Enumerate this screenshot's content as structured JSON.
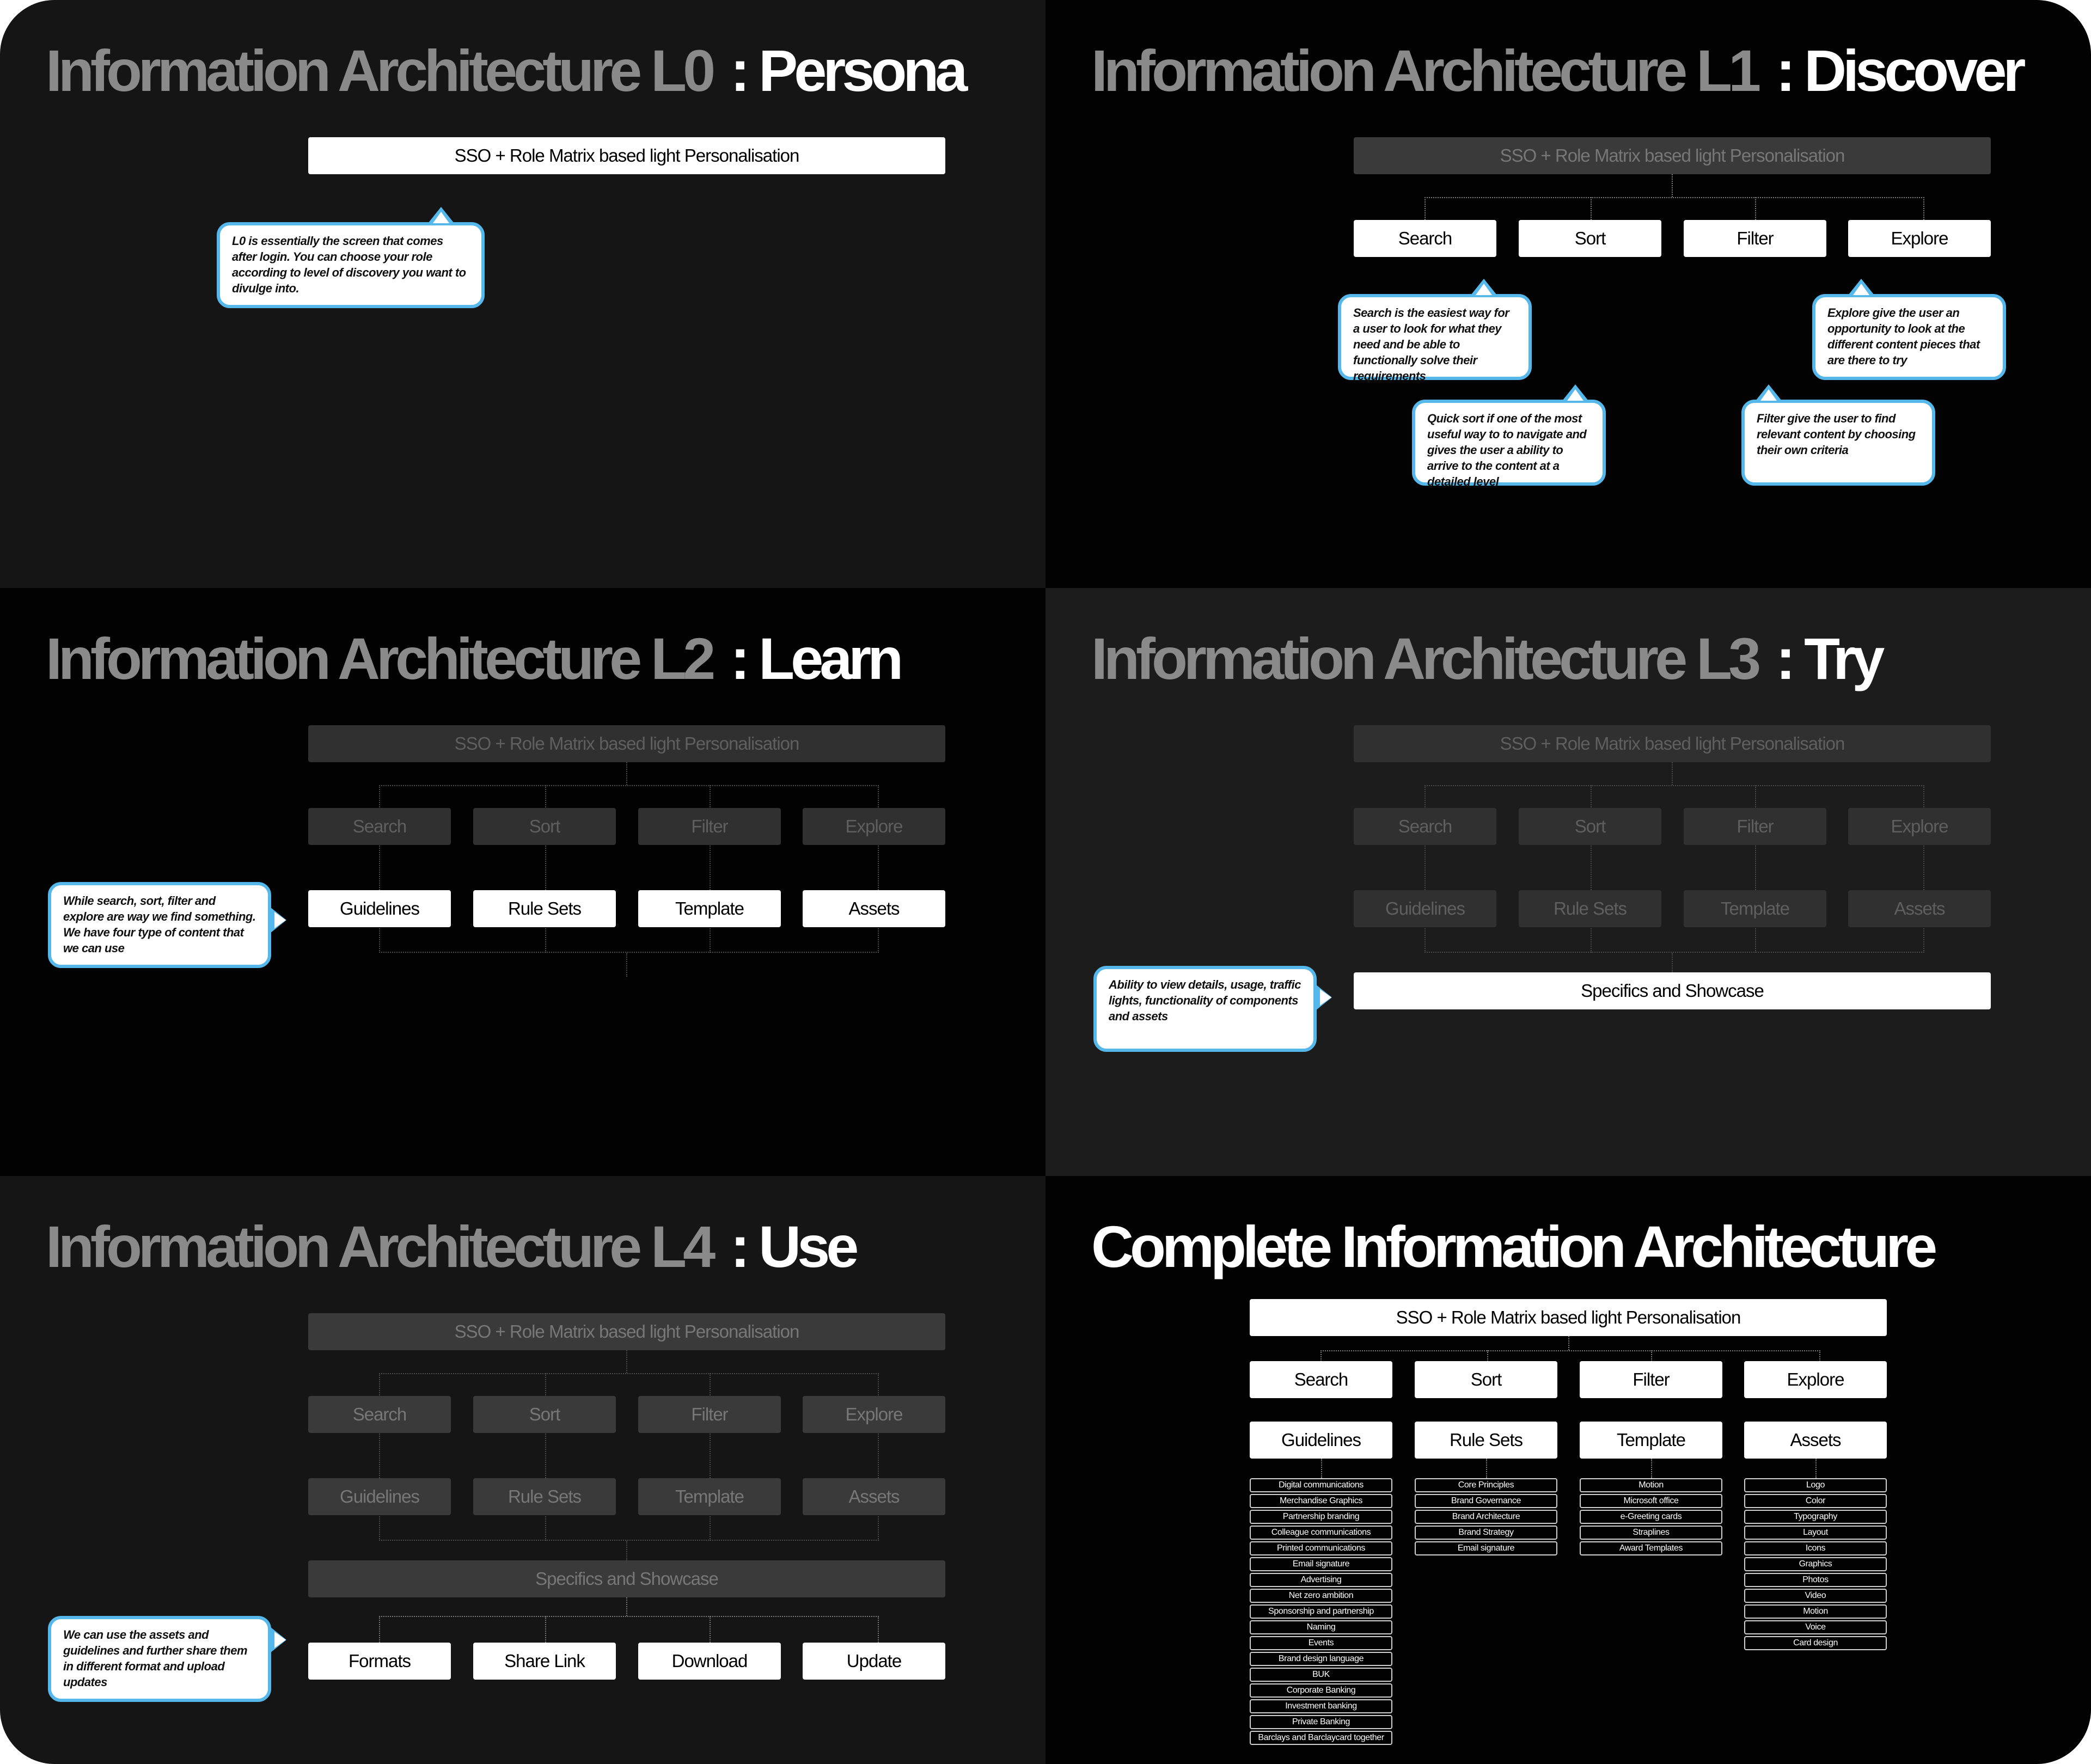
{
  "root": "SSO + Role Matrix based light Personalisation",
  "discover": [
    "Search",
    "Sort",
    "Filter",
    "Explore"
  ],
  "learn": [
    "Guidelines",
    "Rule Sets",
    "Template",
    "Assets"
  ],
  "try_label": "Specifics and Showcase",
  "use": [
    "Formats",
    "Share Link",
    "Download",
    "Update"
  ],
  "panels": {
    "l0": {
      "title": "Information Architecture L0",
      "suffix": ": Persona",
      "callout": "L0 is essentially the screen that comes after login. You can choose your role according to level of discovery you want to divulge into."
    },
    "l1": {
      "title": "Information Architecture L1",
      "suffix": ": Discover",
      "callouts": {
        "search": "Search is the easiest way for a user to look for what they need and be able to functionally solve their requirements",
        "sort": "Quick sort if one of the most useful way to to navigate and gives the user a ability to arrive to the content at a detailed level",
        "filter": "Filter give the user to find relevant content by choosing their own criteria",
        "explore": "Explore give the user an opportunity to look at the different content pieces that are there to try"
      }
    },
    "l2": {
      "title": "Information Architecture L2",
      "suffix": ": Learn",
      "callout": "While search, sort, filter and explore are way we find something. We have four type of content that we can use"
    },
    "l3": {
      "title": "Information Architecture L3",
      "suffix": ": Try",
      "callout": "Ability to view details, usage, traffic lights, functionality of components and assets"
    },
    "l4": {
      "title": "Information Architecture L4",
      "suffix": ": Use",
      "callout": "We can use the assets and guidelines and further share them in different format and upload updates"
    },
    "complete": {
      "title": "Complete Information Architecture"
    }
  },
  "lists": {
    "guidelines": [
      "Digital communications",
      "Merchandise Graphics",
      "Partnership branding",
      "Colleague communications",
      "Printed communications",
      "Email signature",
      "Advertising",
      "Net zero ambition",
      "Sponsorship and partnership",
      "Naming",
      "Events",
      "Brand design language",
      "BUK",
      "Corporate Banking",
      "Investment banking",
      "Private Banking",
      "Barclays and Barclaycard together"
    ],
    "rule_sets": [
      "Core Principles",
      "Brand Governance",
      "Brand Architecture",
      "Brand Strategy",
      "Email signature"
    ],
    "template": [
      "Motion",
      "Microsoft office",
      "e-Greeting cards",
      "Straplines",
      "Award Templates"
    ],
    "assets": [
      "Logo",
      "Color",
      "Typography",
      "Layout",
      "Icons",
      "Graphics",
      "Photos",
      "Video",
      "Motion",
      "Voice",
      "Card design"
    ]
  },
  "colors": {
    "callout_border": "#56b8ea",
    "node_active": "#ffffff",
    "node_inactive": "#3a3a3a"
  }
}
